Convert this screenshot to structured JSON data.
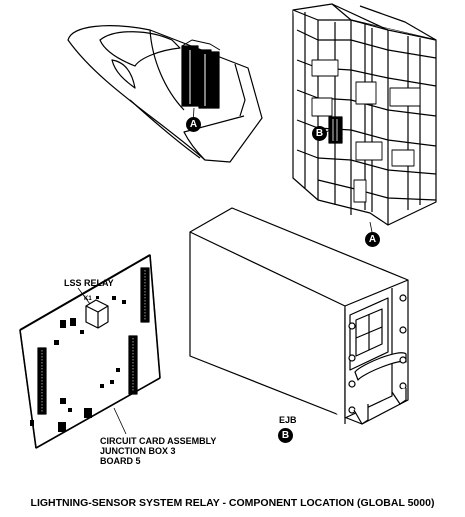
{
  "labels": {
    "lss_relay": "LSS RELAY",
    "k1": "K1",
    "circuit_card_line1": "CIRCUIT CARD ASSEMBLY",
    "circuit_card_line2": "JUNCTION BOX 3",
    "circuit_card_line3": "BOARD 5",
    "ejb": "EJB"
  },
  "badges": {
    "cockpit": "A",
    "rack_b": "B",
    "rack_a": "A",
    "ejb_b": "B"
  },
  "caption": "LIGHTNING-SENSOR SYSTEM RELAY - COMPONENT LOCATION (GLOBAL 5000)"
}
